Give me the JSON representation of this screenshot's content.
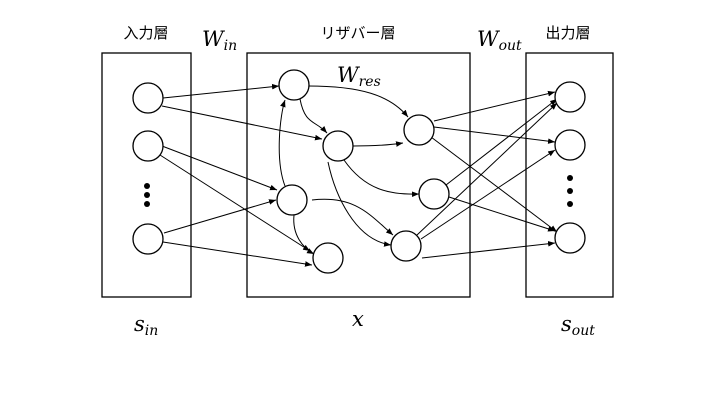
{
  "layers": {
    "input": "入力層",
    "reservoir": "リザバー層",
    "output": "出力層"
  },
  "weights": {
    "w_in": {
      "base": "W",
      "sub": "in"
    },
    "w_res": {
      "base": "W",
      "sub": "res"
    },
    "w_out": {
      "base": "W",
      "sub": "out"
    }
  },
  "vectors": {
    "s_in": {
      "base": "s",
      "sub": "in"
    },
    "x": {
      "base": "x"
    },
    "s_out": {
      "base": "s",
      "sub": "out"
    }
  }
}
